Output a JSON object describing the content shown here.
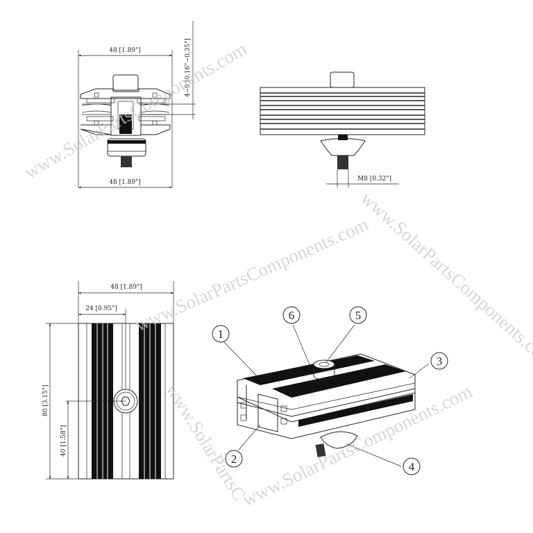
{
  "dimensions": {
    "front_top_width": "48 [1.89\"]",
    "front_bottom_width": "48 [1.89\"]",
    "clamp_range": "4~9 [0.16\"~0.35\"]",
    "bolt_size": "M8 [0.32\"]",
    "plan_width": "48 [1.89\"]",
    "plan_half_width": "24 [0.95\"]",
    "plan_length": "80 [3.15\"]",
    "plan_half_length": "40 [1.58\"]"
  },
  "callouts": [
    "1",
    "2",
    "3",
    "4",
    "5",
    "6"
  ],
  "watermarks": [
    "www.SolarPartsComponents.com",
    "www.SolarPartsComponents.com",
    "www.SolarPartsComponents.com",
    "www.SolarPartsC",
    "www.SolarPartsComponents.com"
  ],
  "colors": {
    "line": "#222222",
    "watermark": "#c9c9c9"
  }
}
